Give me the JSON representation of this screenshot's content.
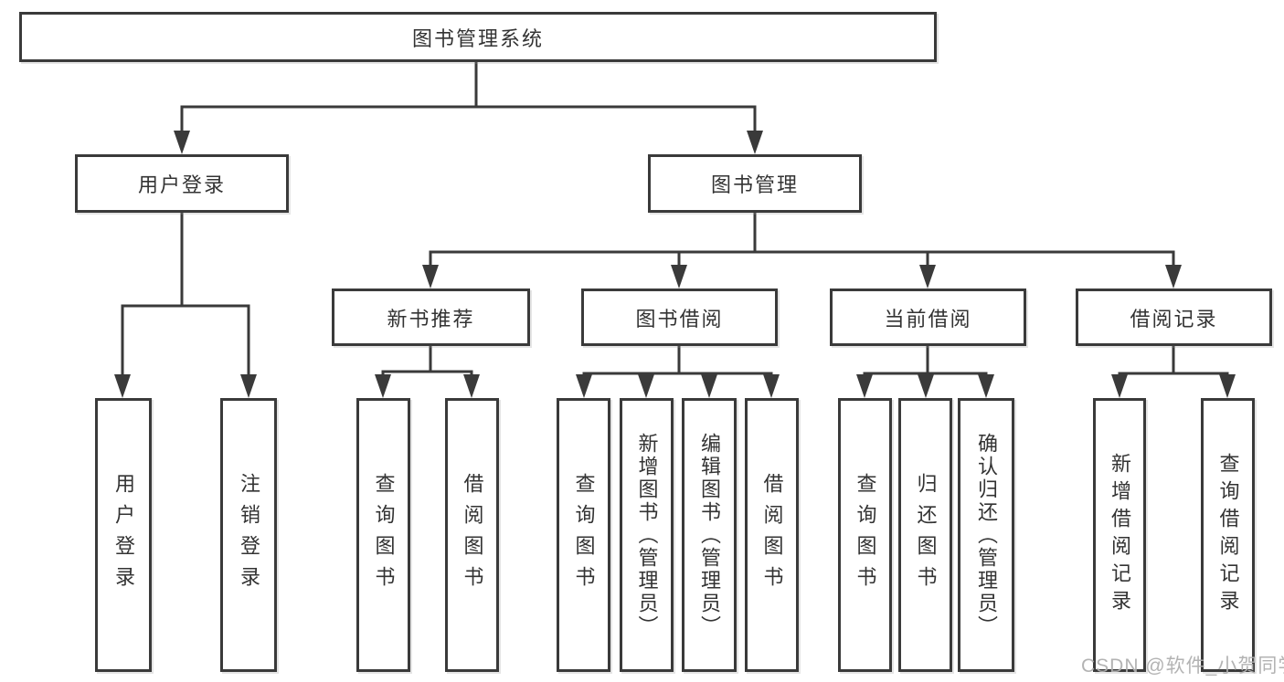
{
  "diagram": {
    "watermark": "CSDN @软件_小贺同学",
    "colors": {
      "line": "#3a3a3a",
      "box_border": "#3a3a3a",
      "box_fill": "#ffffff",
      "text": "#333333",
      "watermark": "#b3b3b3",
      "background": "#ffffff"
    },
    "nodes": {
      "root": {
        "label": "图书管理系统"
      },
      "login": {
        "label": "用户登录"
      },
      "mgmt": {
        "label": "图书管理"
      },
      "rec": {
        "label": "新书推荐"
      },
      "borrow": {
        "label": "图书借阅"
      },
      "current": {
        "label": "当前借阅"
      },
      "records": {
        "label": "借阅记录"
      },
      "login_user": {
        "label": "用户登录"
      },
      "login_logout": {
        "label": "注销登录"
      },
      "rec_query": {
        "label": "查询图书"
      },
      "rec_borrow": {
        "label": "借阅图书"
      },
      "borrow_query": {
        "label": "查询图书"
      },
      "borrow_add": {
        "label": "新增图书（管理员）"
      },
      "borrow_edit": {
        "label": "编辑图书（管理员）"
      },
      "borrow_lend": {
        "label": "借阅图书"
      },
      "current_query": {
        "label": "查询图书"
      },
      "current_return": {
        "label": "归还图书"
      },
      "current_confirm": {
        "label": "确认归还（管理员）"
      },
      "records_add": {
        "label": "新增借阅记录"
      },
      "records_query": {
        "label": "查询借阅记录"
      }
    },
    "hierarchy": {
      "root": [
        "login",
        "mgmt"
      ],
      "login": [
        "login_user",
        "login_logout"
      ],
      "mgmt": [
        "rec",
        "borrow",
        "current",
        "records"
      ],
      "rec": [
        "rec_query",
        "rec_borrow"
      ],
      "borrow": [
        "borrow_query",
        "borrow_add",
        "borrow_edit",
        "borrow_lend"
      ],
      "current": [
        "current_query",
        "current_return",
        "current_confirm"
      ],
      "records": [
        "records_add",
        "records_query"
      ]
    }
  }
}
